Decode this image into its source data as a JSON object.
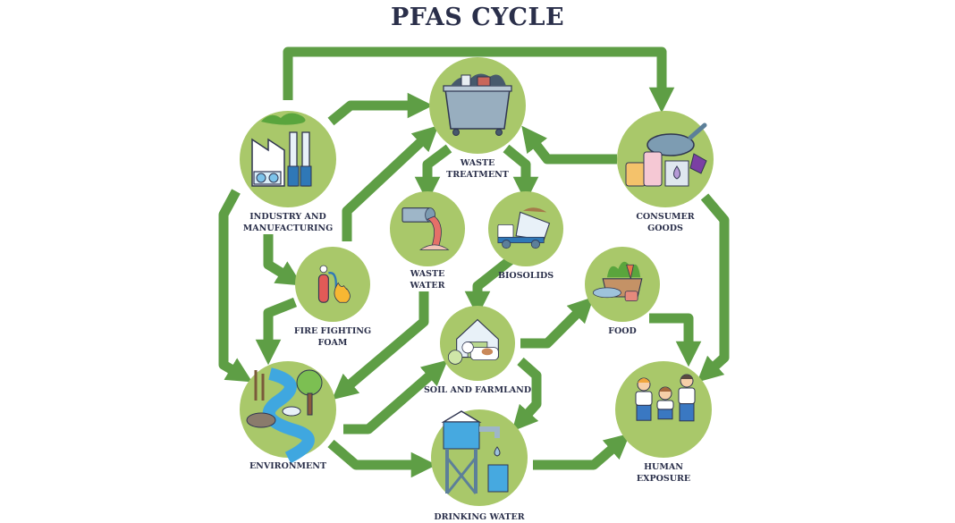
{
  "title": "PFAS CYCLE",
  "colors": {
    "arrow": "#5e9e45",
    "node_circle": "#a9c86a",
    "title_text": "#2a2f4a",
    "outline": "#2f3550",
    "water": "#3fa7e0",
    "steel_blue": "#2f78b7"
  },
  "nodes": [
    {
      "id": "industry",
      "label": "INDUSTRY AND\nMANUFACTURING",
      "icon": "factory-icon"
    },
    {
      "id": "waste_treatment",
      "label": "WASTE\nTREATMENT",
      "icon": "dumpster-icon"
    },
    {
      "id": "consumer_goods",
      "label": "CONSUMER\nGOODS",
      "icon": "consumer-goods-icon"
    },
    {
      "id": "waste_water",
      "label": "WASTE\nWATER",
      "icon": "pipe-outflow-icon"
    },
    {
      "id": "biosolids",
      "label": "BIOSOLIDS",
      "icon": "dump-truck-icon"
    },
    {
      "id": "fire_foam",
      "label": "FIRE FIGHTING\nFOAM",
      "icon": "fire-extinguisher-icon"
    },
    {
      "id": "food",
      "label": "FOOD",
      "icon": "food-basket-icon"
    },
    {
      "id": "soil",
      "label": "SOIL AND FARMLAND",
      "icon": "barn-cow-icon"
    },
    {
      "id": "environment",
      "label": "ENVIRONMENT",
      "icon": "river-nature-icon"
    },
    {
      "id": "drinking_water",
      "label": "DRINKING WATER",
      "icon": "water-tower-icon"
    },
    {
      "id": "human",
      "label": "HUMAN\nEXPOSURE",
      "icon": "family-icon"
    }
  ],
  "edges": [
    {
      "from": "industry",
      "to": "consumer_goods"
    },
    {
      "from": "industry",
      "to": "waste_treatment"
    },
    {
      "from": "industry",
      "to": "fire_foam"
    },
    {
      "from": "industry",
      "to": "environment"
    },
    {
      "from": "fire_foam",
      "to": "waste_treatment"
    },
    {
      "from": "fire_foam",
      "to": "environment"
    },
    {
      "from": "consumer_goods",
      "to": "waste_treatment"
    },
    {
      "from": "consumer_goods",
      "to": "human"
    },
    {
      "from": "waste_treatment",
      "to": "waste_water"
    },
    {
      "from": "waste_treatment",
      "to": "biosolids"
    },
    {
      "from": "waste_water",
      "to": "environment"
    },
    {
      "from": "biosolids",
      "to": "soil"
    },
    {
      "from": "environment",
      "to": "soil"
    },
    {
      "from": "environment",
      "to": "drinking_water"
    },
    {
      "from": "soil",
      "to": "food"
    },
    {
      "from": "soil",
      "to": "drinking_water"
    },
    {
      "from": "food",
      "to": "human"
    },
    {
      "from": "drinking_water",
      "to": "human"
    }
  ]
}
